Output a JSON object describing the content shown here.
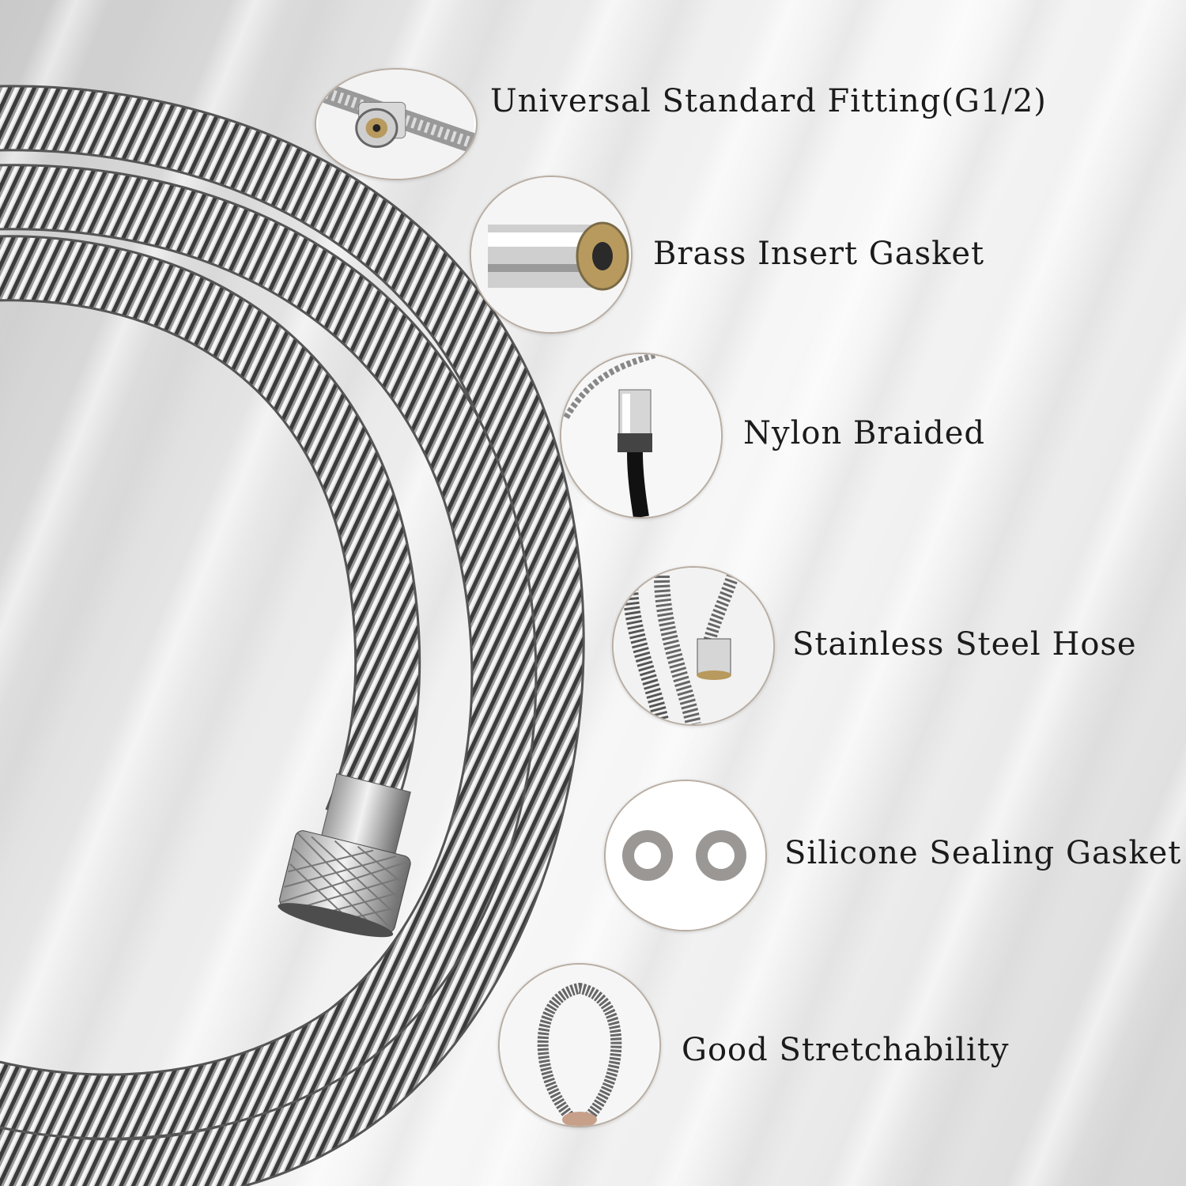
{
  "features": [
    {
      "id": "fitting",
      "label": "Universal Standard Fitting(G1/2)",
      "icon": "fitting-icon"
    },
    {
      "id": "brass",
      "label": "Brass Insert Gasket",
      "icon": "brass-gasket-icon"
    },
    {
      "id": "nylon",
      "label": "Nylon Braided",
      "icon": "nylon-braid-icon"
    },
    {
      "id": "steel",
      "label": "Stainless Steel Hose",
      "icon": "steel-hose-icon"
    },
    {
      "id": "silicone",
      "label": "Silicone Sealing Gasket",
      "icon": "silicone-gasket-icon"
    },
    {
      "id": "stretch",
      "label": "Good Stretchability",
      "icon": "stretch-loop-icon"
    }
  ],
  "colors": {
    "chrome_dark": "#2a2a2a",
    "chrome_light": "#f4f4f4",
    "circle_border": "#b9aea3",
    "brass": "#b89a5e",
    "gasket_grey": "#9a9794"
  }
}
